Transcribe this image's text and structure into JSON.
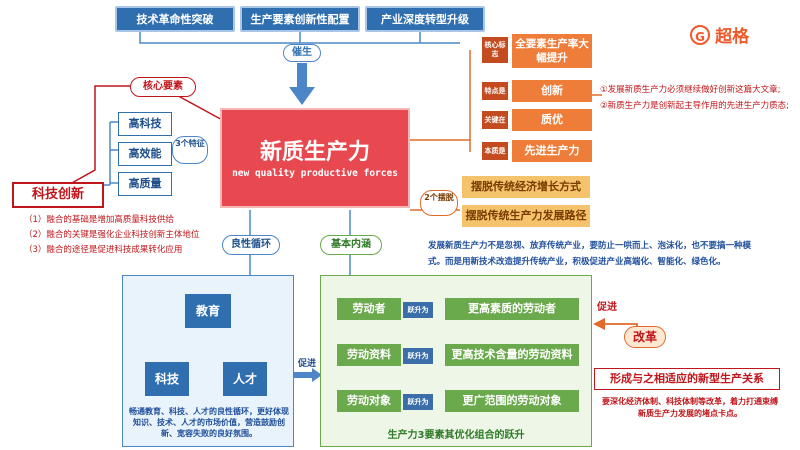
{
  "top_boxes": [
    "技术革命性突破",
    "生产要素创新性配置",
    "产业深度转型升级"
  ],
  "cuisheng": "催生",
  "core_title": "新质生产力",
  "core_subtitle": "new quality productive forces",
  "core_element": {
    "label": "核心要素",
    "innovation": "科技创新"
  },
  "features": {
    "badge": "3个特征",
    "items": [
      "高科技",
      "高效能",
      "高质量"
    ]
  },
  "innovation_notes": [
    "（1）融合的基础是增加高质量科技供给",
    "（2）融合的关键是强化企业科技创新主体地位",
    "（3）融合的途径是促进科技成果转化应用"
  ],
  "right_rows": [
    {
      "tag": "核心标志",
      "value": "全要素生产率大幅提升"
    },
    {
      "tag": "特点是",
      "value": "创新"
    },
    {
      "tag": "关键在",
      "value": "质优"
    },
    {
      "tag": "本质是",
      "value": "先进生产力"
    }
  ],
  "right_notes": [
    "①发展新质生产力必须继续做好创新这篇大文章;",
    "②新质生产力是创新起主导作用的先进生产力质态;"
  ],
  "getting_rid": {
    "badge": "2个摆脱",
    "items": [
      "摆脱传统经济增长方式",
      "摆脱传统生产力发展路径"
    ]
  },
  "mid_note": "发展新质生产力不是忽视、放弃传统产业，要防止一哄而上、泡沫化，也不要搞一种模式。而是用新技术改造提升传统产业，积极促进产业高端化、智能化、绿色化。",
  "logo": {
    "text": "超格",
    "mark": "G"
  },
  "good_cycle": {
    "label": "良性循环",
    "nodes": [
      "教育",
      "科技",
      "人才"
    ],
    "note": "畅通教育、科技、人才的良性循环，更好体现知识、技术、人才的市场价值，营造鼓励创新、宽容失败的良好氛围。"
  },
  "promote": "促进",
  "basic": {
    "label": "基本内涵",
    "rows": [
      {
        "left": "劳动者",
        "mid": "跃升为",
        "right": "更高素质的劳动者"
      },
      {
        "left": "劳动资料",
        "mid": "跃升为",
        "right": "更高技术含量的劳动资料"
      },
      {
        "left": "劳动对象",
        "mid": "跃升为",
        "right": "更广范围的劳动对象"
      }
    ],
    "caption": "生产力3要素其优化组合的跃升"
  },
  "reform": {
    "promote": "促进",
    "label": "改革",
    "title": "形成与之相适应的新型生产关系",
    "note": "要深化经济体制、科技体制等改革，着力打通束缚新质生产力发展的堵点卡点。"
  }
}
